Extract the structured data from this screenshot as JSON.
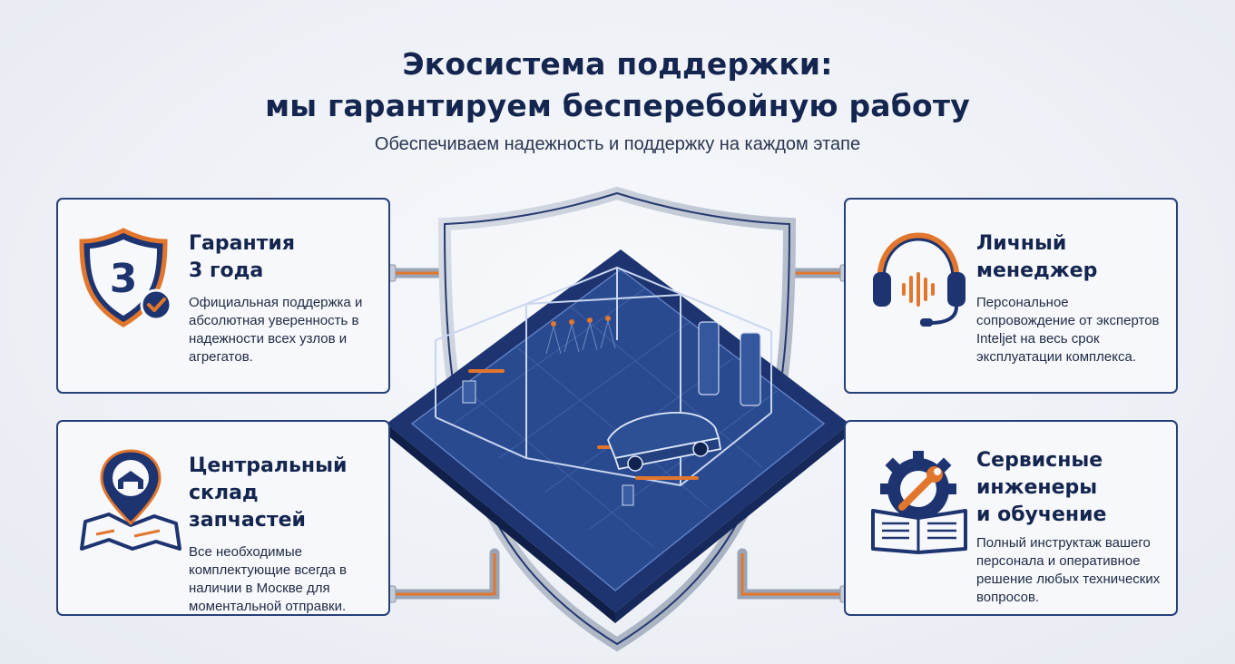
{
  "header": {
    "title_line1": "Экосистема поддержки:",
    "title_line2": "мы гарантируем бесперебойную работу",
    "subtitle": "Обеспечиваем надежность и поддержку на каждом этапе"
  },
  "cards": [
    {
      "icon": "shield-3-check-icon",
      "icon_text": "3",
      "title_line1": "Гарантия",
      "title_line2": "3 года",
      "text": "Официальная поддержка и абсолютная уверенность в надежности всех узлов и агрегатов."
    },
    {
      "icon": "warehouse-location-pin-icon",
      "title_line1": "Центральный",
      "title_line2": "склад запчастей",
      "text": "Все необходимые комплектующие всегда в наличии в Москве для моментальной отправки."
    },
    {
      "icon": "headset-icon",
      "title_line1": "Личный",
      "title_line2": "менеджер",
      "text": "Персональное сопровождение от экспертов Inteljet на весь срок эксплуатации комплекса."
    },
    {
      "icon": "gear-book-wrench-icon",
      "title_line1": "Сервисные",
      "title_line2": "инженеры",
      "title_line3": "и обучение",
      "text": "Полный инструктаж вашего персонала и оперативное решение любых технических вопросов."
    }
  ],
  "colors": {
    "navy": "#1d3470",
    "orange": "#e2762c",
    "card_border": "#27407a",
    "background": "#eef1f6"
  },
  "center_illustration": "car-wash-blueprint-in-shield"
}
